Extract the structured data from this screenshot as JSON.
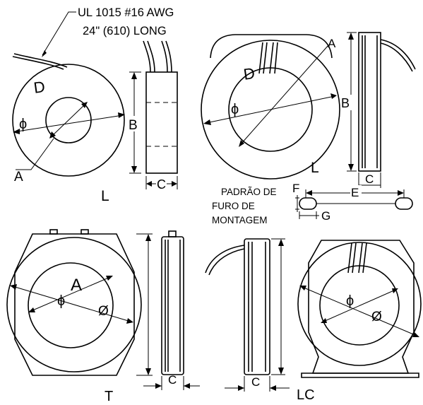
{
  "wire_note": {
    "line1": "UL 1015 #16 AWG",
    "line2": "24\" (610) LONG"
  },
  "labels": {
    "A": "A",
    "B": "B",
    "C": "C",
    "D": "D",
    "E": "E",
    "F": "F",
    "G": "G",
    "phi": "ϕ",
    "phi_slash": "Ø",
    "L": "L",
    "T": "T",
    "LC": "LC"
  },
  "mounting_pattern": {
    "line1": "PADRÃO DE",
    "line2": "FURO DE",
    "line3": "MONTAGEM"
  }
}
